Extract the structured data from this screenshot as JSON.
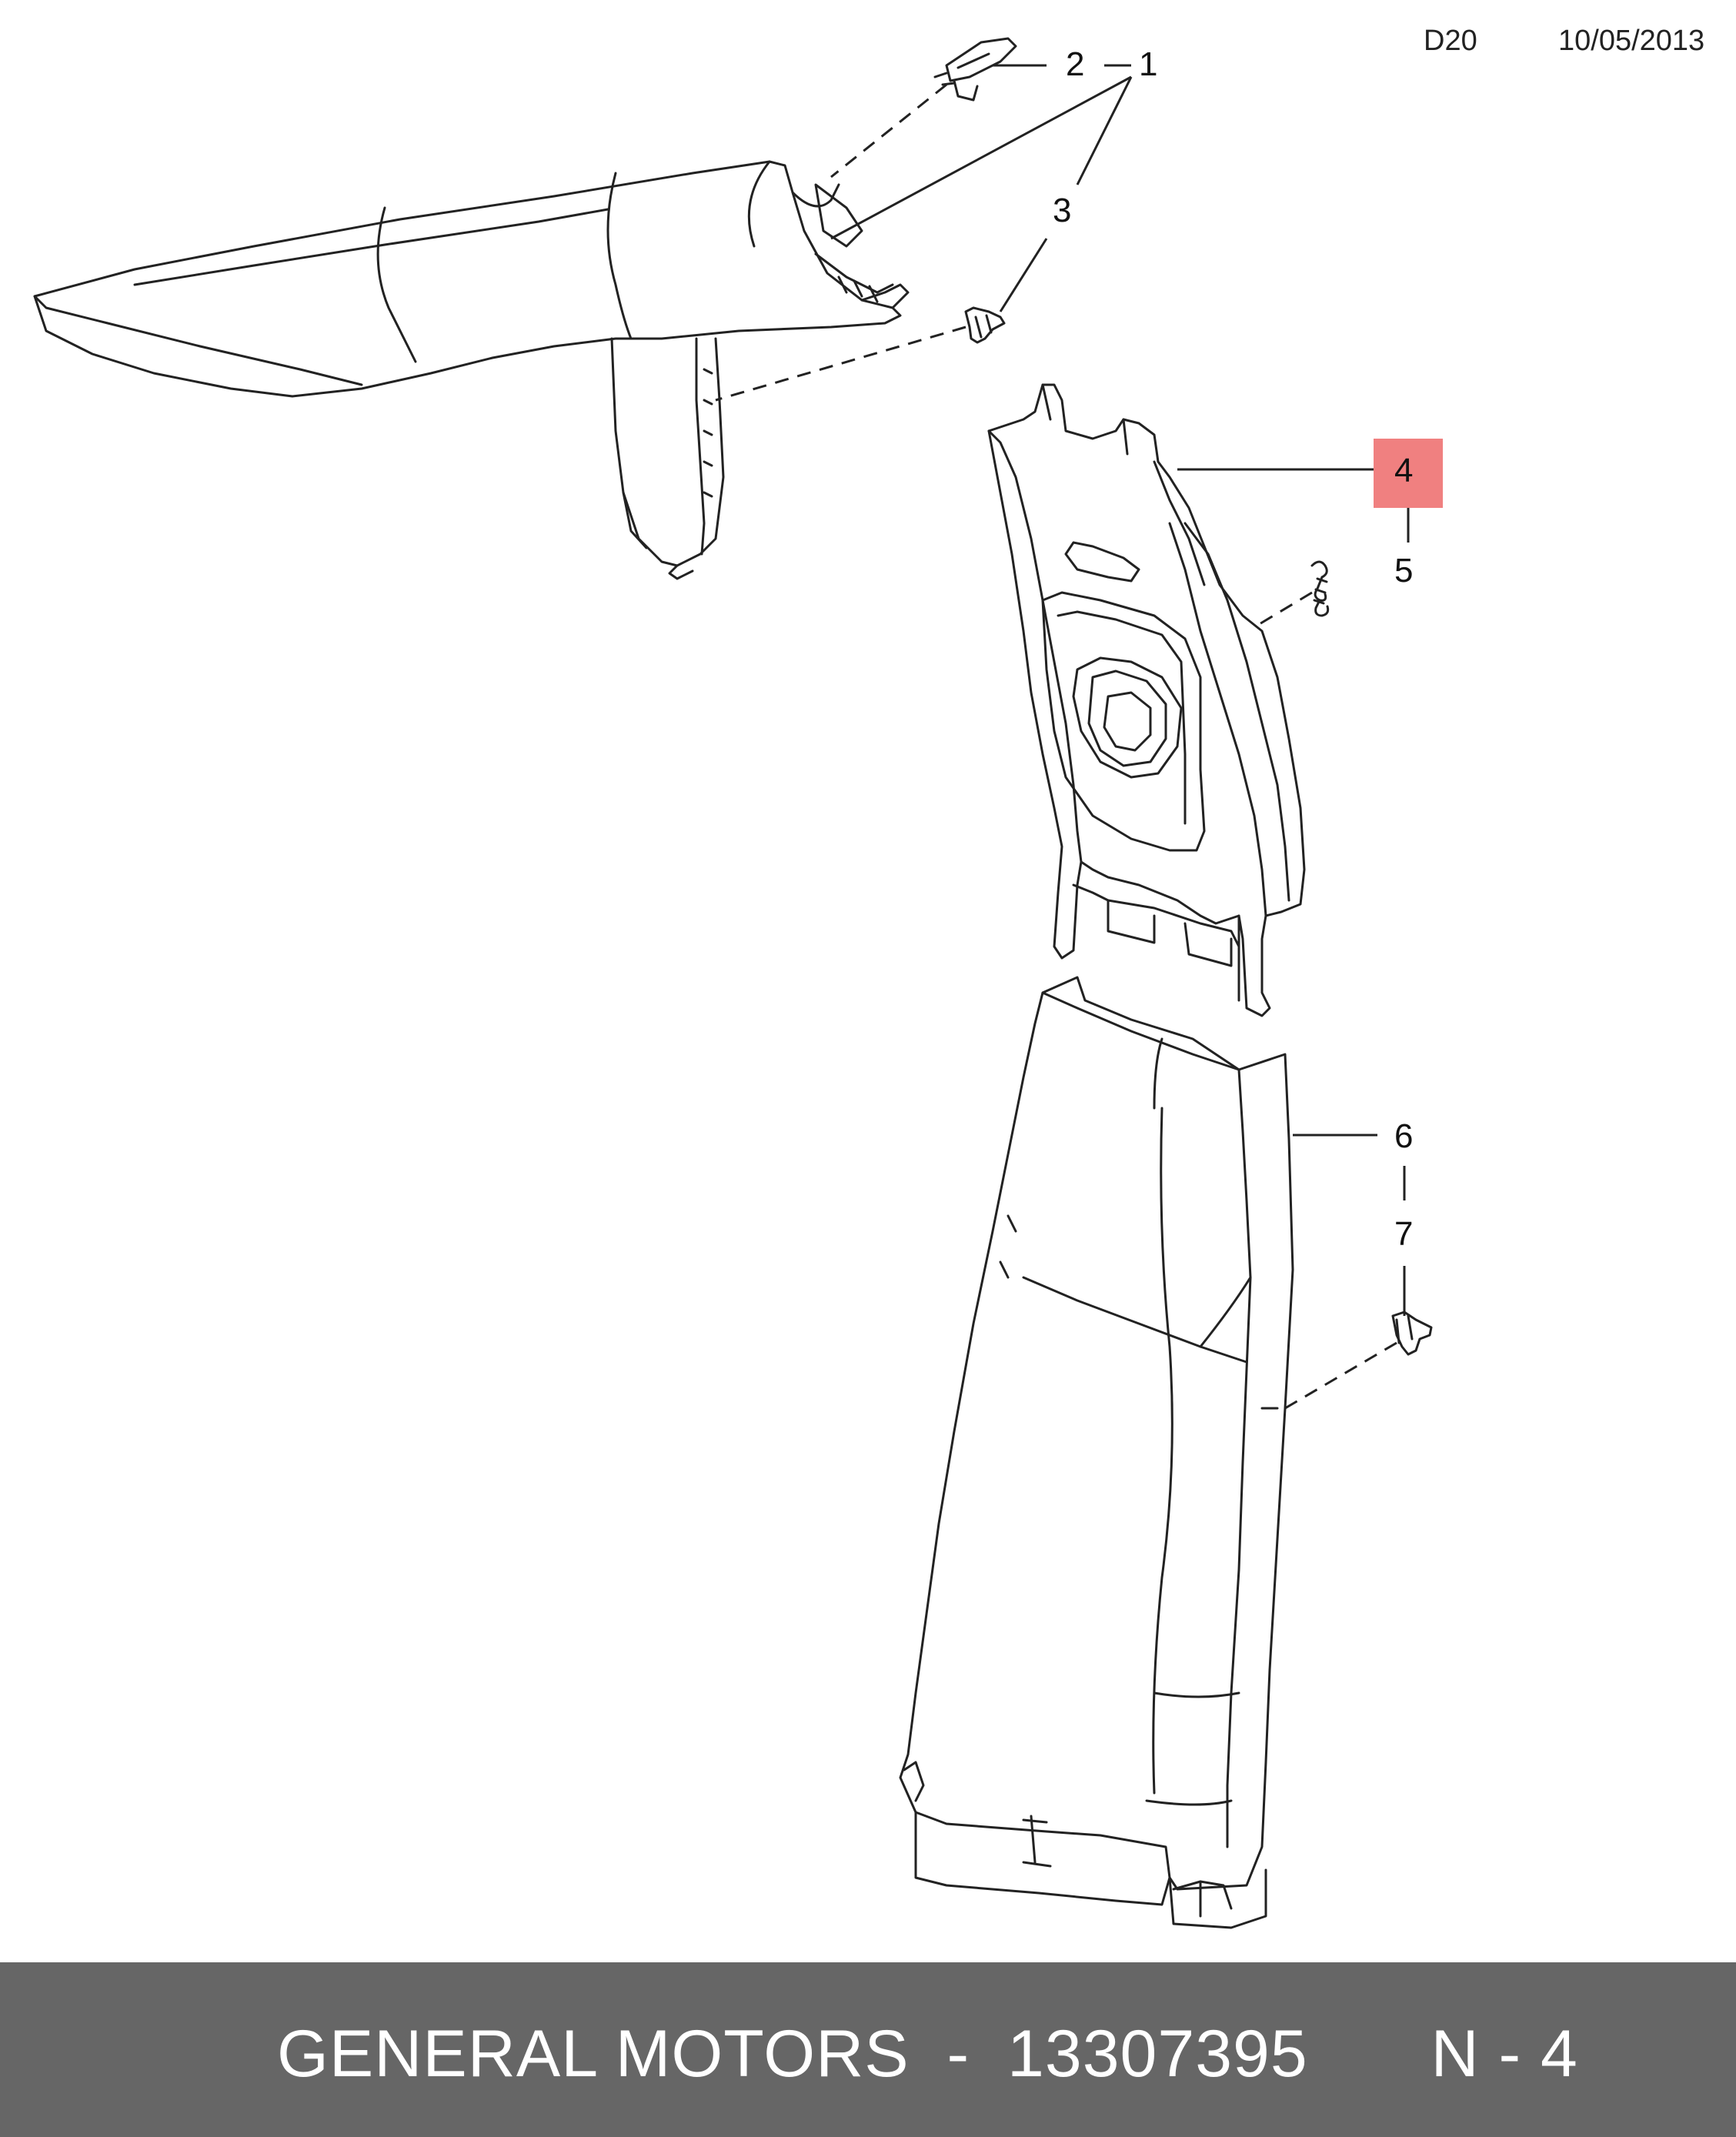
{
  "header": {
    "code": "D20",
    "date": "10/05/2013"
  },
  "callouts": {
    "c1": "1",
    "c2": "2",
    "c3": "3",
    "c4": "4",
    "c5": "5",
    "c6": "6",
    "c7": "7"
  },
  "highlight": {
    "callout": "4",
    "color": "#f08080"
  },
  "footer": {
    "brand": "GENERAL MOTORS",
    "separator": "-",
    "part_number": "13307395",
    "position": "N - 4",
    "background": "#666666"
  }
}
